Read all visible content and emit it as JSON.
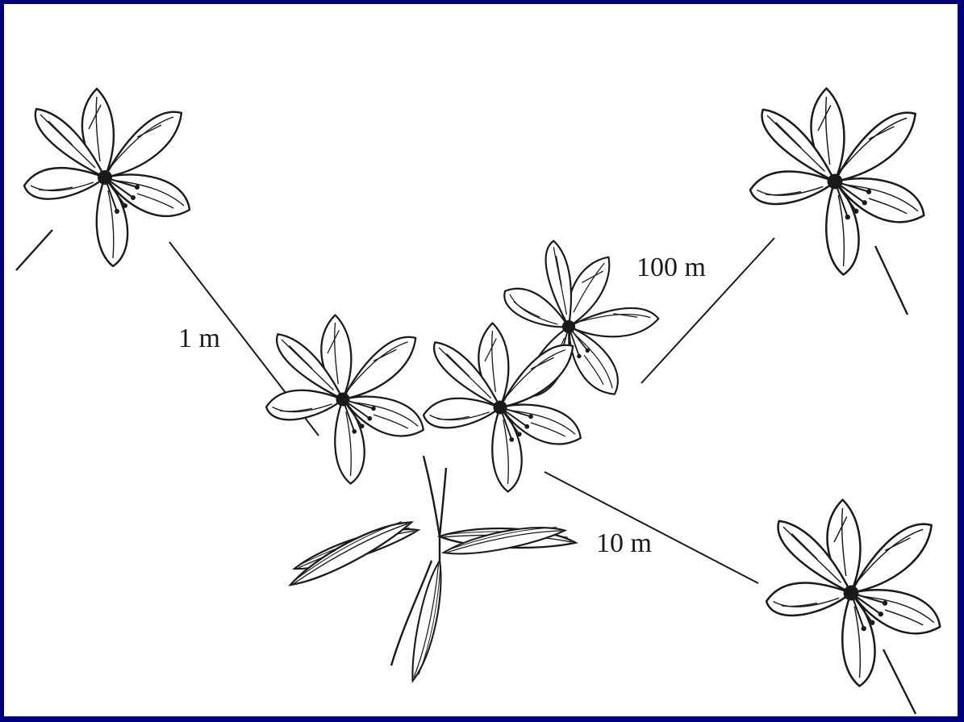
{
  "distances": [
    {
      "id": "d1",
      "label": "1 m"
    },
    {
      "id": "d2",
      "label": "10 m"
    },
    {
      "id": "d3",
      "label": "100 m"
    }
  ],
  "colors": {
    "border": "#00007a",
    "background": "#ffffff",
    "ink": "#1a1a1a"
  },
  "icons": [
    "flower-icon",
    "leaf-icon"
  ]
}
